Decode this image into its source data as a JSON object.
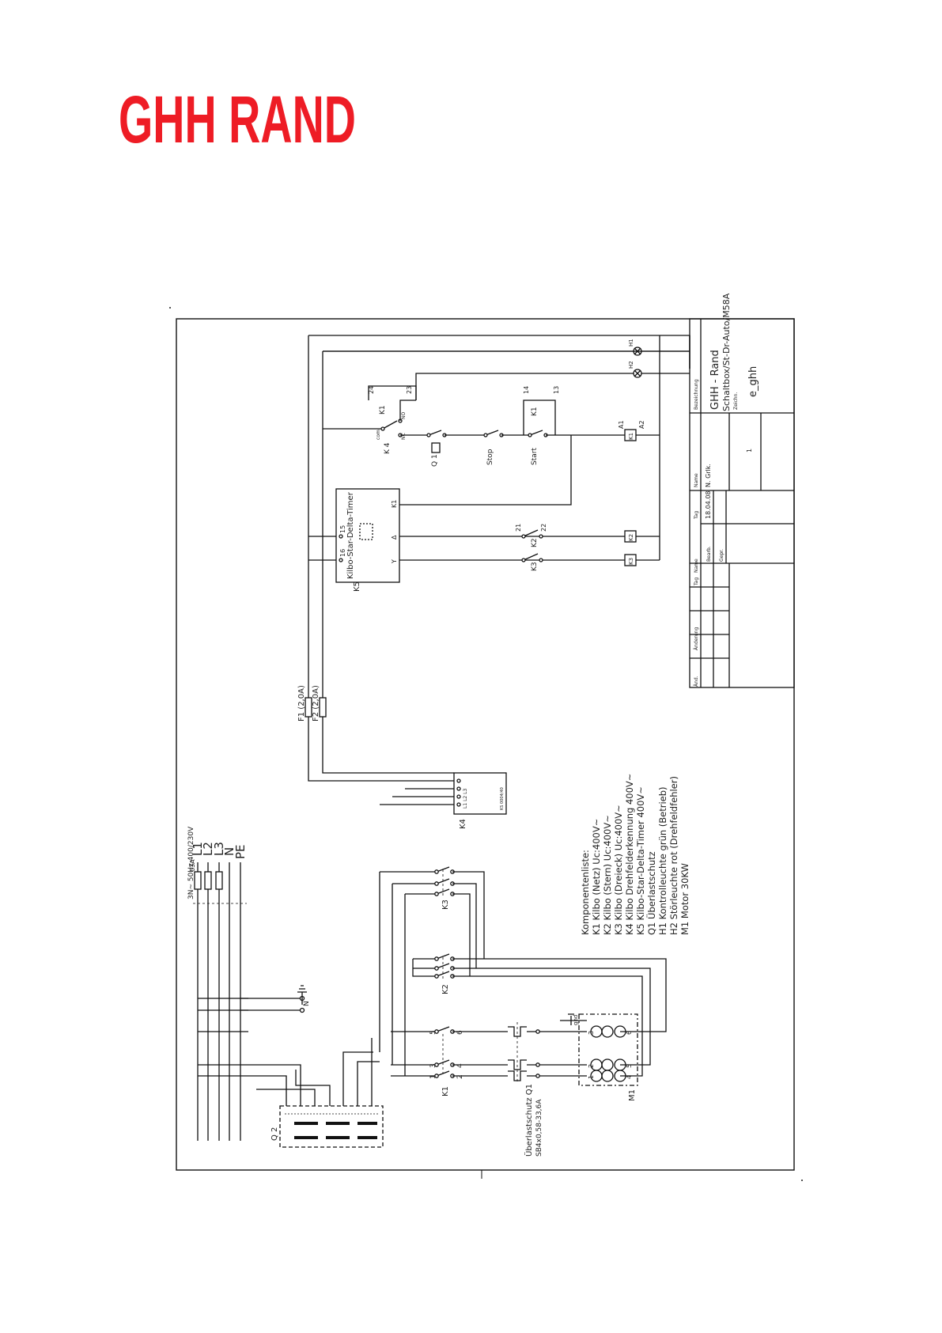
{
  "logo": {
    "text": "GHH RAND",
    "color": "#ee1c25"
  },
  "schematic": {
    "supply_label": "3N~ 50Hz 400/230V",
    "fuse_rating": "63A",
    "phases": [
      "L1",
      "L2",
      "L3",
      "N",
      "PE"
    ],
    "mains_switch": "Q 2",
    "contactors": {
      "k1": "K1",
      "k2": "K2",
      "k3": "K3"
    },
    "pole_terminals": [
      "1",
      "3",
      "5",
      "2",
      "4",
      "6"
    ],
    "overload_label": "Überlastschutz Q1",
    "overload_range": "SB4x0,58-33,6A",
    "motor_label": "M1",
    "motor_terminals": [
      "1",
      "2",
      "3",
      "4",
      "5",
      "6"
    ],
    "gnd_label": "gnd",
    "n_label": "N",
    "phase_monitor": {
      "label": "K4",
      "tag": "KS 0004/40",
      "inputs": "L1 L2 L3"
    },
    "fuses": [
      "F1 (2,0A)",
      "F2 (2,0A)"
    ],
    "timer": {
      "name": "K5",
      "title": "Kilbo-Star-Delta-Timer",
      "pins": [
        "15",
        "Y",
        "Δ",
        "K1",
        "16"
      ]
    },
    "control": {
      "q1": "Q 1",
      "stop": "Stop",
      "start": "Start",
      "k4_contact": "K 4",
      "k1_aux": "K1",
      "k2_contact": "K2",
      "k3_contact": "K3",
      "k4_com": "com",
      "k4_no": "NO",
      "k4_nc": "NC",
      "pins": [
        "24",
        "23",
        "14",
        "13",
        "21",
        "22",
        "A1",
        "A2"
      ],
      "coils": [
        "K1",
        "K2",
        "K3"
      ],
      "lamps": [
        "H1",
        "H2"
      ]
    },
    "component_list": {
      "heading": "Komponentenliste:",
      "items": [
        "K1  Kilbo  (Netz)  Uc:400V~",
        "K2  Kilbo  (Stern)  Uc:400V~",
        "K3  Kilbo  (Dreieck)  Uc:400V~",
        "K4  Kilbo  Drehfelderkennung  400V~",
        "K5  Kilbo-Star-Delta-Timer  400V~",
        "Q1  Überlastschutz",
        "H1  Kontrolleuchte  grün  (Betrieb)",
        "H2  Störleuchte  rot  (Drehfeldfehler)",
        "M1  Motor  30KW"
      ]
    },
    "title_block": {
      "h_bezeichnung": "Bezeichnung",
      "h_tag": "Tag",
      "h_name": "Name",
      "row_bearb": "Bearb.",
      "row_gepr": "Gepr.",
      "date": "18.04.08",
      "author": "N. Grlk.",
      "company": "GHH - Rand",
      "drawing_title": "Schaltbox/St-Dr-Auto/M58A",
      "h_zeichn": "Zeichn.",
      "drawing_no": "e_ghh",
      "sheet": "1",
      "h_aend": "Änd.",
      "h_aenderung": "Änderung",
      "h_tag2": "Tag",
      "h_name2": "Name"
    }
  }
}
